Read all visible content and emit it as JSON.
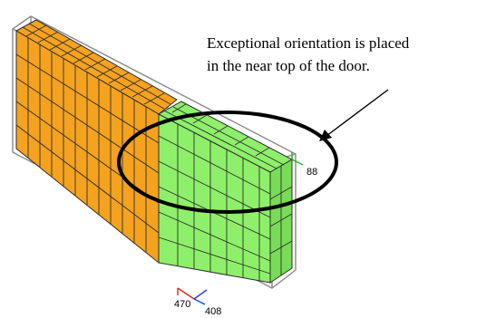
{
  "annotation": {
    "line1": "Exceptional orientation is placed",
    "line2": "in the near top of the door."
  },
  "dimensions": {
    "height": "88",
    "length": "470",
    "width": "408"
  },
  "colors": {
    "orange_box": "#f5a21e",
    "green_box": "#8ef06a",
    "box_edge": "#2e2e2e",
    "container_frame": "#8a8a8a",
    "ellipse": "#000000",
    "axis_red": "#e02020",
    "axis_blue": "#2040e0",
    "axis_green": "#20b020"
  }
}
